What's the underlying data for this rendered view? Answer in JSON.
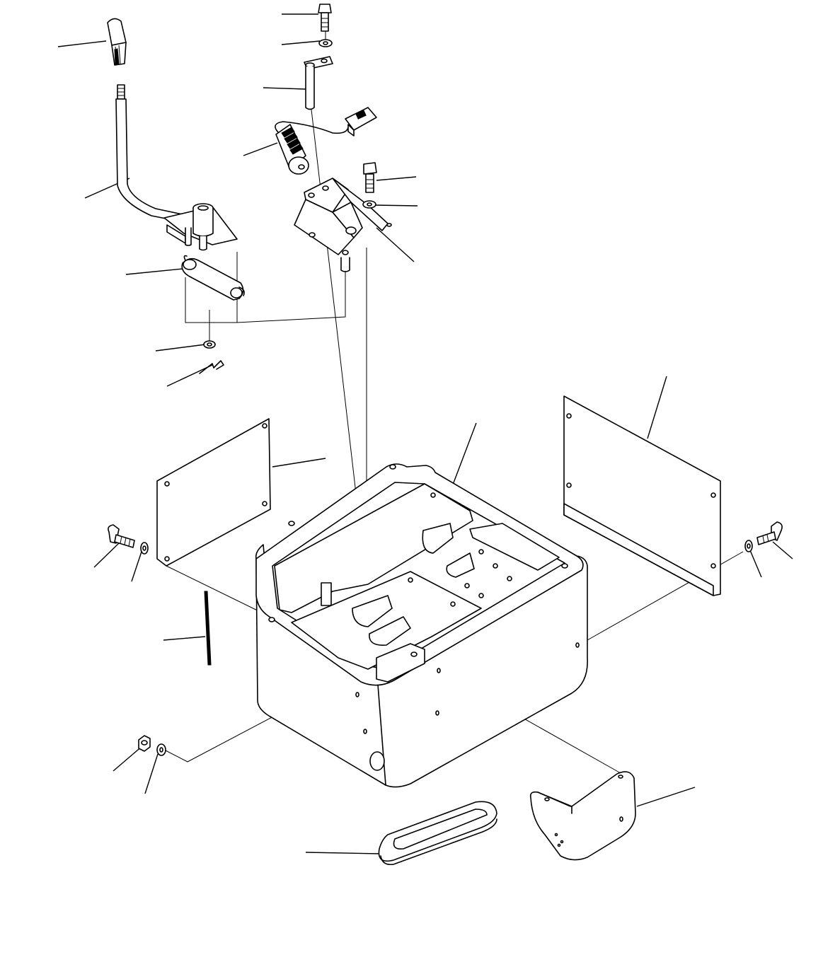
{
  "diagram": {
    "background": "#ffffff",
    "line_color": "#000000",
    "parts": [
      "lever-knob",
      "lever-assembly",
      "spring-cylinder",
      "washer-lower-left",
      "clip",
      "bolt-top",
      "washer-top",
      "pin",
      "solenoid-switch",
      "bracket",
      "bolt-bracket",
      "washer-bracket",
      "cover-plate-left",
      "cover-plate-right",
      "console-box",
      "bolt-left",
      "washer-left",
      "bolt-right",
      "washer-right",
      "rod",
      "nut",
      "washer-nut",
      "grommet",
      "corner-cover"
    ]
  }
}
